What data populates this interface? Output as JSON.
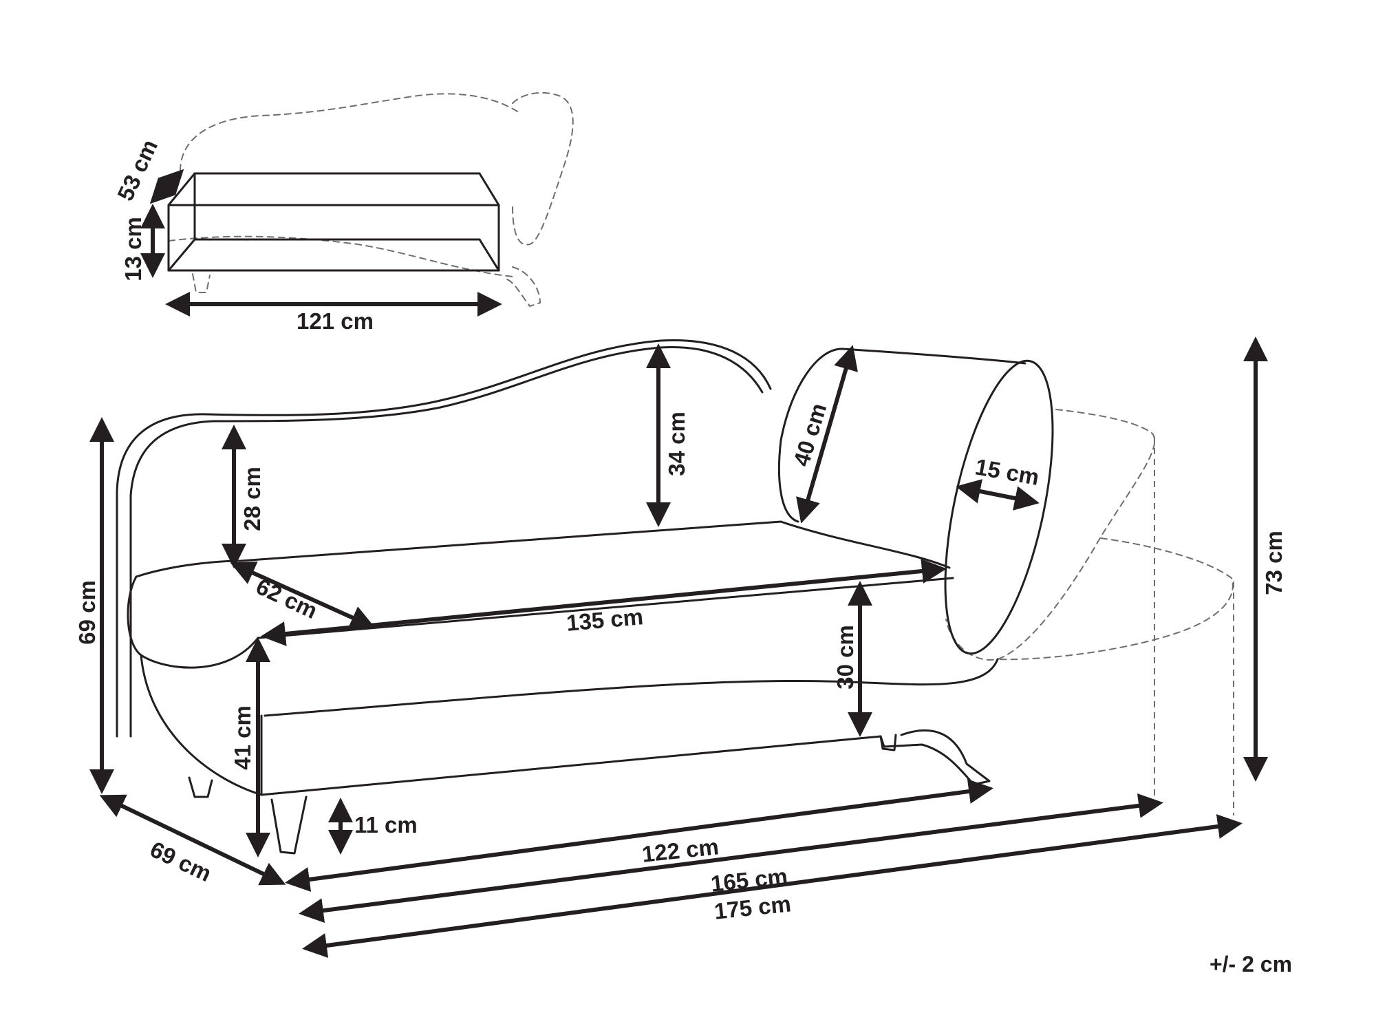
{
  "colors": {
    "line": "#231f20",
    "hidden_line": "#6d6e71",
    "background": "#ffffff"
  },
  "storage_box": {
    "depth_label": "53 cm",
    "height_label": "13 cm",
    "width_label": "121 cm"
  },
  "chaise": {
    "backrest_left_label": "28 cm",
    "backrest_right_label": "34 cm",
    "pillow_length_label": "40 cm",
    "pillow_diameter_label": "15 cm",
    "seat_depth_label": "62 cm",
    "seat_width_label": "135 cm",
    "seat_height_right_label": "30 cm",
    "total_height_left_label": "69 cm",
    "total_height_right_label": "73 cm",
    "base_height_label": "41 cm",
    "leg_height_label": "11 cm",
    "depth_label": "69 cm",
    "base_length_label": "122 cm",
    "length_label": "165 cm",
    "length_extended_label": "175 cm"
  },
  "tolerance_label": "+/- 2 cm"
}
